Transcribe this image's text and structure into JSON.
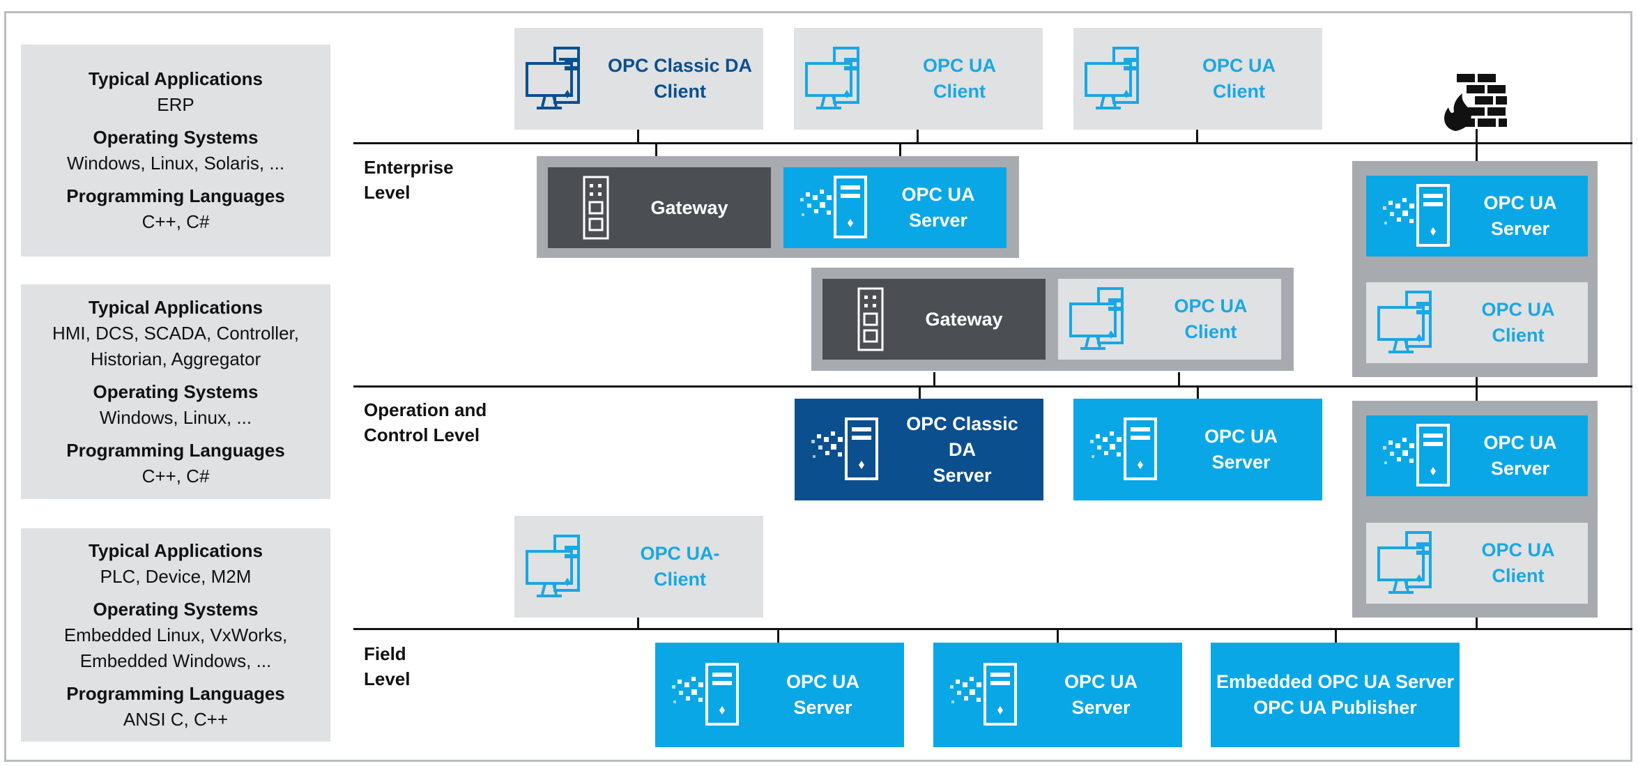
{
  "left_panels": [
    {
      "typical_applications_heading": "Typical Applications",
      "typical_applications": [
        "ERP"
      ],
      "operating_systems_heading": "Operating Systems",
      "operating_systems": [
        "Windows, Linux, Solaris, ..."
      ],
      "programming_languages_heading": "Programming Languages",
      "programming_languages": [
        "C++, C#"
      ]
    },
    {
      "typical_applications_heading": "Typical Applications",
      "typical_applications": [
        "HMI, DCS, SCADA, Controller,",
        "Historian, Aggregator"
      ],
      "operating_systems_heading": "Operating Systems",
      "operating_systems": [
        "Windows, Linux, ..."
      ],
      "programming_languages_heading": "Programming Languages",
      "programming_languages": [
        "C++, C#"
      ]
    },
    {
      "typical_applications_heading": "Typical Applications",
      "typical_applications": [
        "PLC, Device, M2M"
      ],
      "operating_systems_heading": "Operating Systems",
      "operating_systems": [
        "Embedded Linux, VxWorks,",
        "Embedded Windows, ..."
      ],
      "programming_languages_heading": "Programming Languages",
      "programming_languages": [
        "ANSI C, C++"
      ]
    }
  ],
  "levels": {
    "enterprise": [
      "Enterprise",
      "Level"
    ],
    "operation": [
      "Operation and",
      "Control Level"
    ],
    "field": [
      "Field",
      "Level"
    ]
  },
  "boxes": {
    "top_classic_client": [
      "OPC Classic DA",
      "Client"
    ],
    "top_ua_client_1": [
      "OPC UA",
      "Client"
    ],
    "top_ua_client_2": [
      "OPC UA",
      "Client"
    ],
    "ent_gateway": [
      "Gateway"
    ],
    "ent_ua_server": [
      "OPC UA",
      "Server"
    ],
    "mid_gateway": [
      "Gateway"
    ],
    "mid_ua_client": [
      "OPC UA",
      "Client"
    ],
    "right_top_server": [
      "OPC UA",
      "Server"
    ],
    "right_top_client": [
      "OPC UA",
      "Client"
    ],
    "op_classic_server": [
      "OPC Classic DA",
      "Server"
    ],
    "op_ua_server": [
      "OPC UA",
      "Server"
    ],
    "right_bottom_server": [
      "OPC UA",
      "Server"
    ],
    "right_bottom_client": [
      "OPC UA",
      "Client"
    ],
    "field_ua_client": [
      "OPC UA-",
      "Client"
    ],
    "field_server_1": [
      "OPC UA",
      "Server"
    ],
    "field_server_2": [
      "OPC UA",
      "Server"
    ],
    "field_embedded": [
      "Embedded OPC UA Server",
      "OPC UA Publisher"
    ]
  },
  "icons": {
    "client": "client-computer-icon",
    "server": "server-tower-icon",
    "gateway": "gateway-device-icon",
    "firewall": "firewall-icon"
  },
  "colors": {
    "ua_blue": "#0aa7e6",
    "classic_dark_blue": "#0b4f8f",
    "gateway_gray": "#4b4f54",
    "panel_gray": "#dfe1e3",
    "container_gray": "#a7abb0"
  }
}
